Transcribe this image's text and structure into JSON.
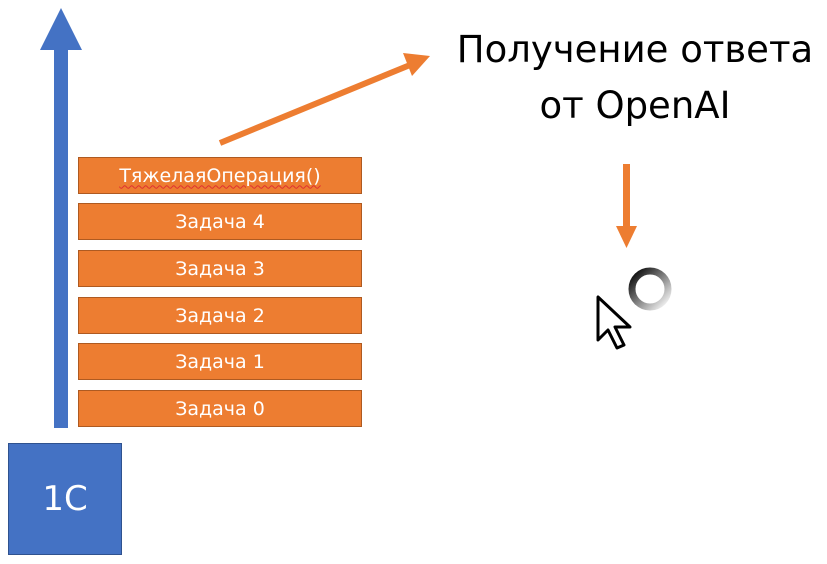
{
  "system_label": "1C",
  "stack": [
    {
      "label": "ТяжелаяОперация()"
    },
    {
      "label": "Задача 4"
    },
    {
      "label": "Задача 3"
    },
    {
      "label": "Задача 2"
    },
    {
      "label": "Задача 1"
    },
    {
      "label": "Задача 0"
    }
  ],
  "caption": {
    "line1": "Получение ответа",
    "line2": "от OpenAI"
  },
  "icons": {
    "cursor": "mouse-pointer-icon",
    "spinner": "loading-spinner-icon"
  },
  "colors": {
    "blue": "#4472C4",
    "orange": "#ED7D31"
  }
}
